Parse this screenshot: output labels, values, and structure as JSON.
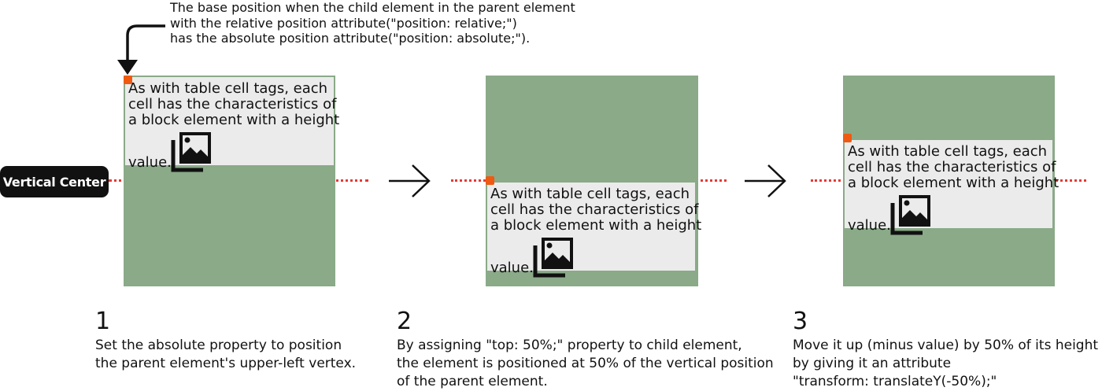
{
  "top_note": {
    "lines": [
      "The base position when the child element in the parent element",
      "with the relative position attribute(\"position: relative;\")",
      "has the absolute position attribute(\"position: absolute;\")."
    ]
  },
  "vertical_center_label": "Vertical Center",
  "child_text": {
    "lines": [
      "As with table cell tags, each",
      "cell has the characteristics of",
      "a block element with a height"
    ],
    "tail": "value."
  },
  "colors": {
    "parent_panel": "#8aaa88",
    "child_box": "#ebebeb",
    "anchor_dot": "#ef5a12",
    "center_line": "#e53935",
    "badge_bg": "#111111"
  },
  "icons": [
    "arrow-pointer-icon",
    "image-gallery-icon",
    "right-arrow-icon",
    "anchor-dot-icon"
  ],
  "steps": [
    {
      "number": "1",
      "lines": [
        "Set the absolute property to position",
        "the parent element's upper-left vertex."
      ]
    },
    {
      "number": "2",
      "lines": [
        "By assigning \"top: 50%;\" property to child element,",
        "the element is positioned at 50% of the vertical position",
        "of the parent element."
      ]
    },
    {
      "number": "3",
      "lines": [
        "Move it up (minus value) by 50% of its height",
        "by giving it an attribute",
        "\"transform: translateY(-50%);\""
      ]
    }
  ]
}
